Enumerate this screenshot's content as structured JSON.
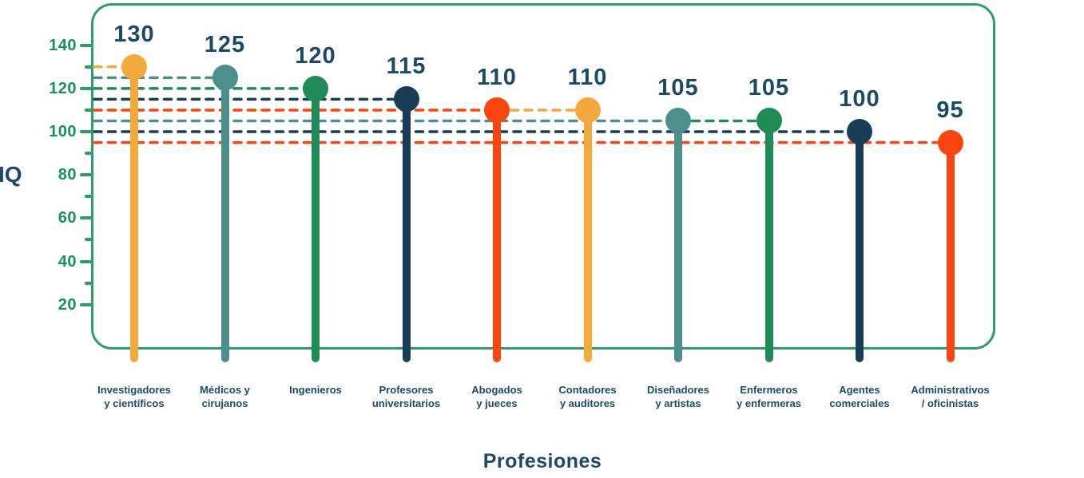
{
  "chart_data": {
    "type": "lollipop",
    "title": "",
    "xlabel": "Profesiones",
    "ylabel": "IQ",
    "y_ticks_major": [
      20,
      40,
      60,
      80,
      100,
      120,
      140
    ],
    "y_ticks_minor": [
      30,
      50,
      70,
      90,
      110,
      130
    ],
    "y_axis_range_shown": [
      20,
      140
    ],
    "grid": "dashed leader line per point, from y-axis to marker, colored per point",
    "legend": "none",
    "points": [
      {
        "label_lines": [
          "Investigadores",
          "y científicos"
        ],
        "value": 130,
        "color": "#F3A93C"
      },
      {
        "label_lines": [
          "Médicos y",
          "cirujanos"
        ],
        "value": 125,
        "color": "#4C8F8B"
      },
      {
        "label_lines": [
          "Ingenieros"
        ],
        "value": 120,
        "color": "#1F8B57"
      },
      {
        "label_lines": [
          "Profesores",
          "universitarios"
        ],
        "value": 115,
        "color": "#183F57"
      },
      {
        "label_lines": [
          "Abogados",
          "y jueces"
        ],
        "value": 110,
        "color": "#FB450F"
      },
      {
        "label_lines": [
          "Contadores",
          "y auditores"
        ],
        "value": 110,
        "color": "#F3A93C",
        "dash_from_prev": true
      },
      {
        "label_lines": [
          "Diseñadores",
          "y artistas"
        ],
        "value": 105,
        "color": "#4C8F8B"
      },
      {
        "label_lines": [
          "Enfermeros",
          "y enfermeras"
        ],
        "value": 105,
        "color": "#1F8B57",
        "dash_from_prev": true
      },
      {
        "label_lines": [
          "Agentes",
          "comerciales"
        ],
        "value": 100,
        "color": "#183F57"
      },
      {
        "label_lines": [
          "Administrativos",
          "/ oficinistas"
        ],
        "value": 95,
        "color": "#FB450F"
      }
    ]
  },
  "colors": {
    "frame_green": "#2E9D68",
    "tick_label_green": "#12945B",
    "text_navy": "#1A4B66",
    "background": "#FFFFFF"
  }
}
